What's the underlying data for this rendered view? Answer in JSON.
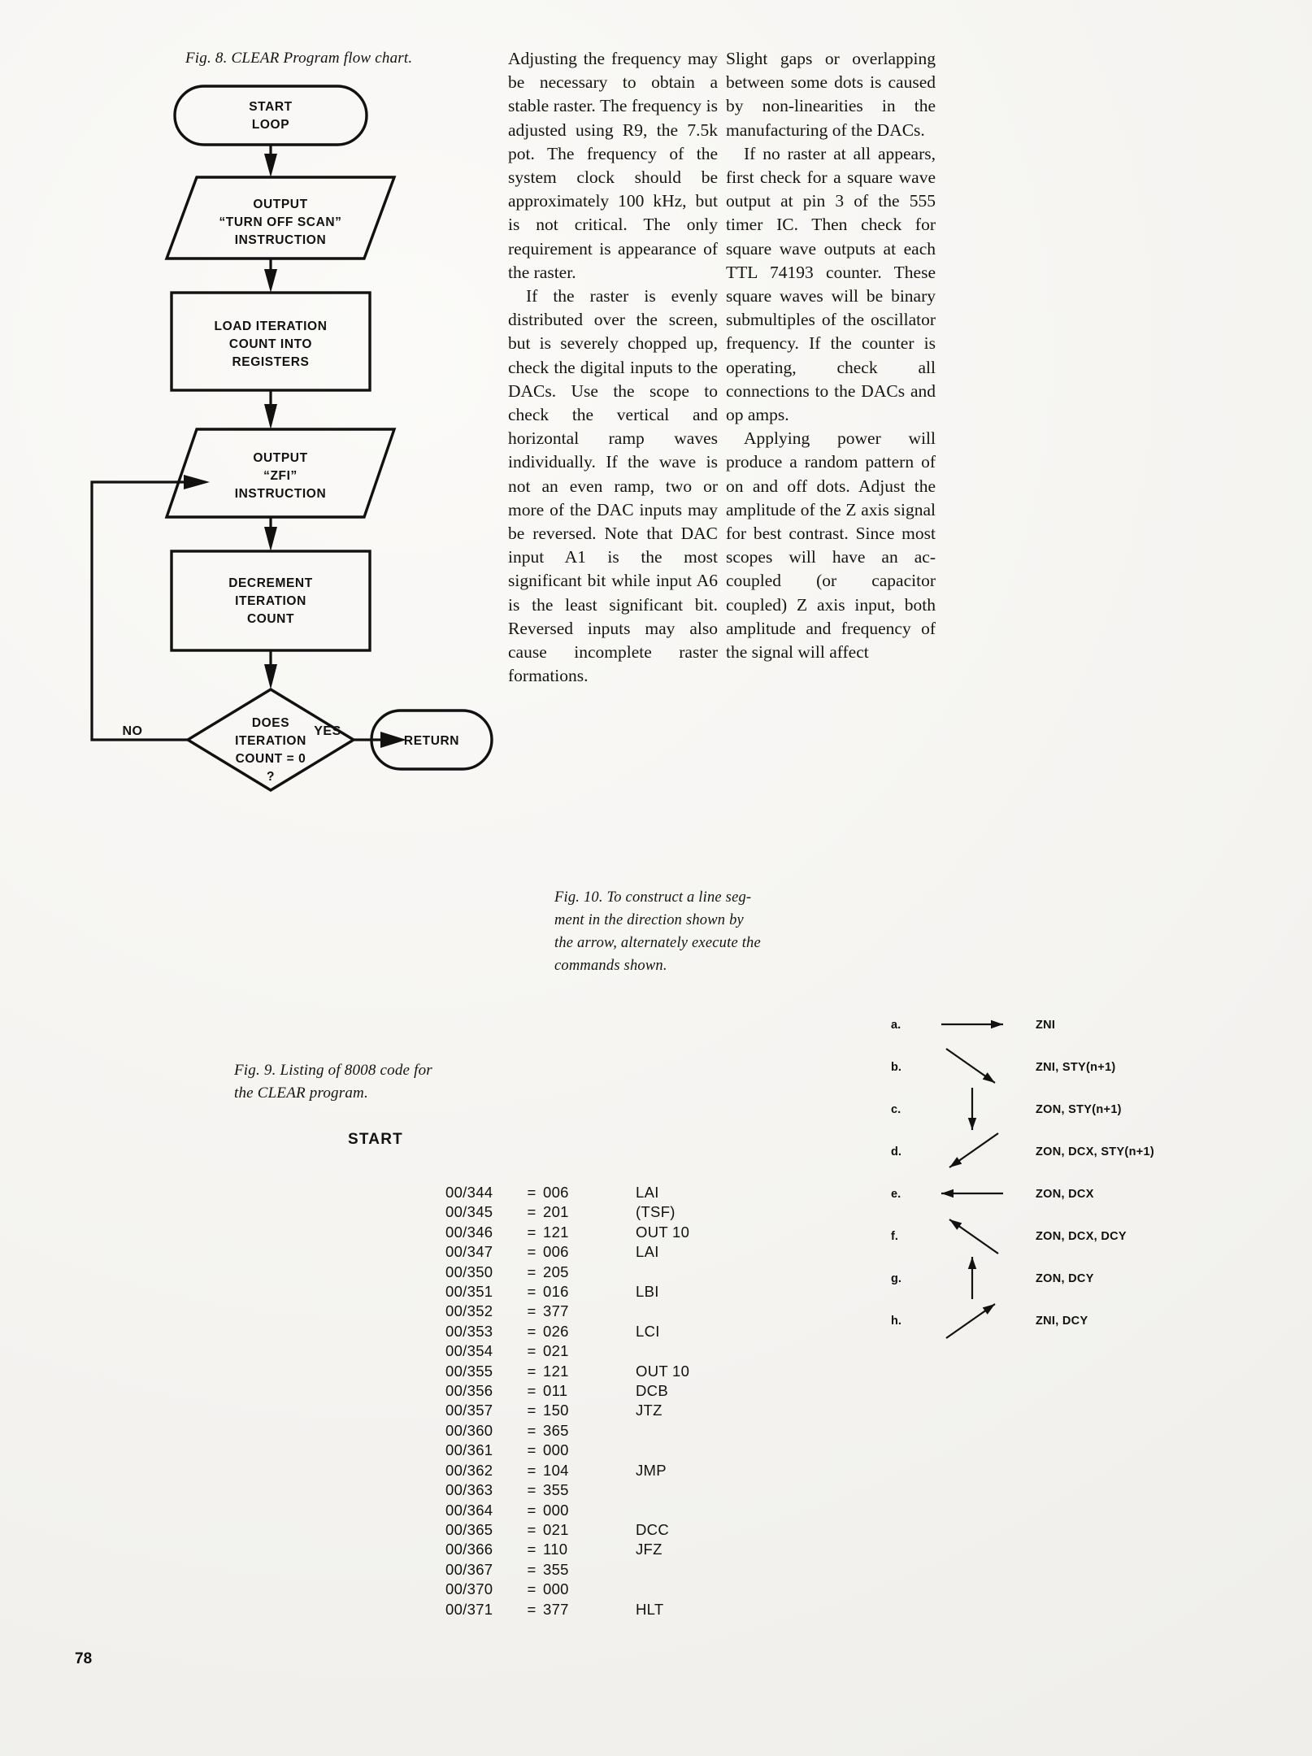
{
  "page": {
    "number": "78"
  },
  "fig8": {
    "caption": "Fig. 8. CLEAR Program flow chart.",
    "nodes": {
      "start_line1": "START",
      "start_line2": "LOOP",
      "out1_line1": "OUTPUT",
      "out1_line2": "“TURN OFF SCAN”",
      "out1_line3": "INSTRUCTION",
      "load_line1": "LOAD ITERATION",
      "load_line2": "COUNT INTO",
      "load_line3": "REGISTERS",
      "out2_line1": "OUTPUT",
      "out2_line2": "“ZFI”",
      "out2_line3": "INSTRUCTION",
      "dec_line1": "DECREMENT",
      "dec_line2": "ITERATION",
      "dec_line3": "COUNT",
      "dia_line1": "DOES",
      "dia_line2": "ITERATION",
      "dia_line3": "COUNT = 0",
      "dia_line4": "?",
      "return": "RETURN"
    },
    "edge_labels": {
      "no": "NO",
      "yes": "YES"
    }
  },
  "fig9": {
    "caption_line1": "Fig. 9. Listing of 8008 code for",
    "caption_line2": "the CLEAR program.",
    "start_label": "START",
    "rows": [
      {
        "addr": "00/344",
        "eq": "=",
        "val": "006",
        "mne": "LAI"
      },
      {
        "addr": "00/345",
        "eq": "=",
        "val": "201",
        "mne": "(TSF)"
      },
      {
        "addr": "00/346",
        "eq": "=",
        "val": "121",
        "mne": "OUT 10"
      },
      {
        "addr": "00/347",
        "eq": "=",
        "val": "006",
        "mne": "LAI"
      },
      {
        "addr": "00/350",
        "eq": "=",
        "val": "205",
        "mne": ""
      },
      {
        "addr": "00/351",
        "eq": "=",
        "val": "016",
        "mne": "LBI"
      },
      {
        "addr": "00/352",
        "eq": "=",
        "val": "377",
        "mne": ""
      },
      {
        "addr": "00/353",
        "eq": "=",
        "val": "026",
        "mne": "LCI"
      },
      {
        "addr": "00/354",
        "eq": "=",
        "val": "021",
        "mne": ""
      },
      {
        "addr": "00/355",
        "eq": "=",
        "val": "121",
        "mne": "OUT 10"
      },
      {
        "addr": "00/356",
        "eq": "=",
        "val": "011",
        "mne": "DCB"
      },
      {
        "addr": "00/357",
        "eq": "=",
        "val": "150",
        "mne": "JTZ"
      },
      {
        "addr": "00/360",
        "eq": "=",
        "val": "365",
        "mne": ""
      },
      {
        "addr": "00/361",
        "eq": "=",
        "val": "000",
        "mne": ""
      },
      {
        "addr": "00/362",
        "eq": "=",
        "val": "104",
        "mne": "JMP"
      },
      {
        "addr": "00/363",
        "eq": "=",
        "val": "355",
        "mne": ""
      },
      {
        "addr": "00/364",
        "eq": "=",
        "val": "000",
        "mne": ""
      },
      {
        "addr": "00/365",
        "eq": "=",
        "val": "021",
        "mne": "DCC"
      },
      {
        "addr": "00/366",
        "eq": "=",
        "val": "110",
        "mne": "JFZ"
      },
      {
        "addr": "00/367",
        "eq": "=",
        "val": "355",
        "mne": ""
      },
      {
        "addr": "00/370",
        "eq": "=",
        "val": "000",
        "mne": ""
      },
      {
        "addr": "00/371",
        "eq": "=",
        "val": "377",
        "mne": "HLT"
      }
    ]
  },
  "fig10": {
    "caption_line1": "Fig. 10. To construct a line seg-",
    "caption_line2": "ment in the direction shown by",
    "caption_line3": "the arrow, alternately execute the",
    "caption_line4": "commands shown.",
    "rows": [
      {
        "letter": "a.",
        "direction": "right",
        "commands": "ZNI"
      },
      {
        "letter": "b.",
        "direction": "down-right",
        "commands": "ZNI, STY(n+1)"
      },
      {
        "letter": "c.",
        "direction": "down",
        "commands": "ZON, STY(n+1)"
      },
      {
        "letter": "d.",
        "direction": "down-left",
        "commands": "ZON, DCX, STY(n+1)"
      },
      {
        "letter": "e.",
        "direction": "left",
        "commands": "ZON, DCX"
      },
      {
        "letter": "f.",
        "direction": "up-left",
        "commands": "ZON, DCX, DCY"
      },
      {
        "letter": "g.",
        "direction": "up",
        "commands": "ZON, DCY"
      },
      {
        "letter": "h.",
        "direction": "up-right",
        "commands": "ZNI, DCY"
      }
    ]
  },
  "body": {
    "col2": {
      "p1": "Adjusting the frequency may be necessary to obtain a stable raster. The frequency is adjusted using R9, the 7.5k pot. The frequency of the system clock should be approximately 100 kHz, but is not critical. The only requirement is appearance of the raster.",
      "p2": "If the raster is evenly distributed over the screen, but is severely chopped up, check the digital inputs to the DACs. Use the scope to check the vertical and horizontal ramp waves individually. If the wave is not an even ramp, two or more of the DAC inputs may be reversed. Note that DAC input A1 is the most significant bit while input A6 is the least significant bit. Reversed inputs may also cause incomplete raster formations."
    },
    "col3": {
      "p1": "Slight gaps or overlapping between some dots is caused by non-linearities in the manufacturing of the DACs.",
      "p2": "If no raster at all appears, first check for a square wave output at pin 3 of the 555 timer IC. Then check for square wave outputs at each TTL 74193 counter. These square waves will be binary submultiples of the oscillator frequency. If the counter is operating, check all connections to the DACs and op amps.",
      "p3": "Applying power will produce a random pattern of on and off dots. Adjust the amplitude of the Z axis signal for best contrast. Since most scopes will have an ac-coupled (or capacitor coupled) Z axis input, both amplitude and frequency of the signal will affect"
    }
  }
}
